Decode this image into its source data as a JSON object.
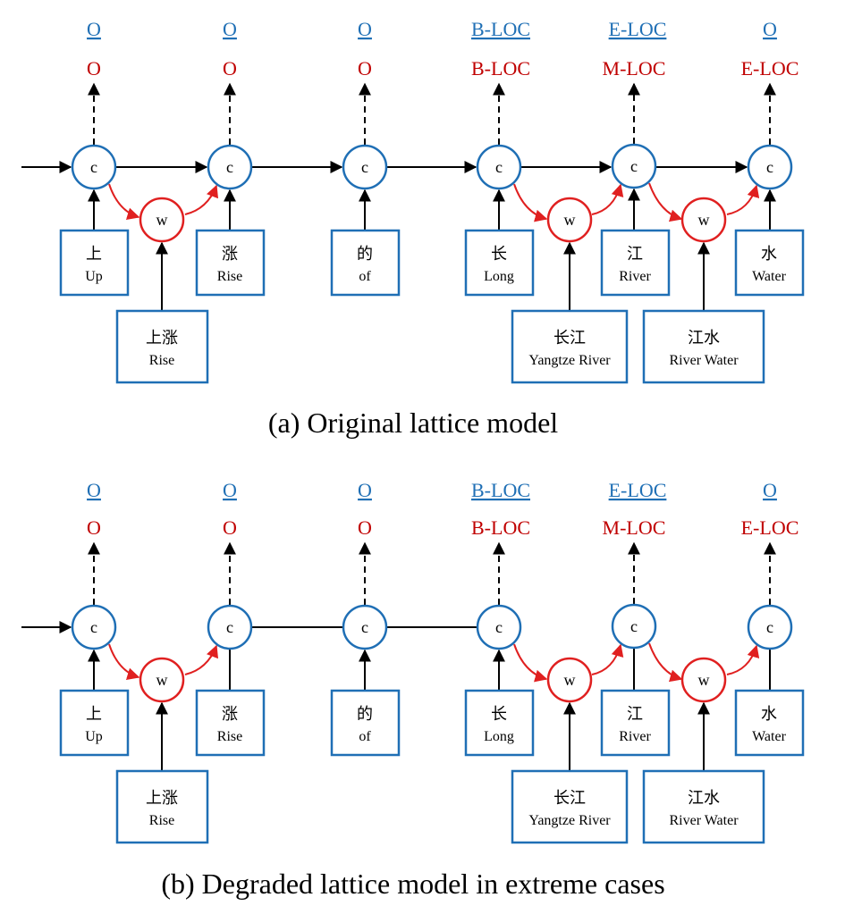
{
  "panels": [
    {
      "caption": "(a)  Original lattice model",
      "gold_labels": [
        "O",
        "O",
        "O",
        "B-LOC",
        "E-LOC",
        "O"
      ],
      "pred_labels": [
        "O",
        "O",
        "O",
        "B-LOC",
        "M-LOC",
        "E-LOC"
      ],
      "char_node_label": "c",
      "word_node_label": "w",
      "chars": [
        {
          "zh": "上",
          "en": "Up"
        },
        {
          "zh": "涨",
          "en": "Rise"
        },
        {
          "zh": "的",
          "en": "of"
        },
        {
          "zh": "长",
          "en": "Long"
        },
        {
          "zh": "江",
          "en": "River"
        },
        {
          "zh": "水",
          "en": "Water"
        }
      ],
      "words": [
        {
          "zh": "上涨",
          "en": "Rise"
        },
        {
          "zh": "长江",
          "en": "Yangtze River"
        },
        {
          "zh": "江水",
          "en": "River Water"
        }
      ]
    },
    {
      "caption": "(b)  Degraded lattice model in extreme cases",
      "gold_labels": [
        "O",
        "O",
        "O",
        "B-LOC",
        "E-LOC",
        "O"
      ],
      "pred_labels": [
        "O",
        "O",
        "O",
        "B-LOC",
        "M-LOC",
        "E-LOC"
      ],
      "char_node_label": "c",
      "word_node_label": "w",
      "chars": [
        {
          "zh": "上",
          "en": "Up"
        },
        {
          "zh": "涨",
          "en": "Rise"
        },
        {
          "zh": "的",
          "en": "of"
        },
        {
          "zh": "长",
          "en": "Long"
        },
        {
          "zh": "江",
          "en": "River"
        },
        {
          "zh": "水",
          "en": "Water"
        }
      ],
      "words": [
        {
          "zh": "上涨",
          "en": "Rise"
        },
        {
          "zh": "长江",
          "en": "Yangtze River"
        },
        {
          "zh": "江水",
          "en": "River Water"
        }
      ]
    }
  ],
  "colors": {
    "gold_label": "#1f6fb5",
    "predicted_label": "#c00000",
    "char_node": "#1f6fb5",
    "word_node": "#e02020",
    "box_border": "#1f6fb5"
  }
}
